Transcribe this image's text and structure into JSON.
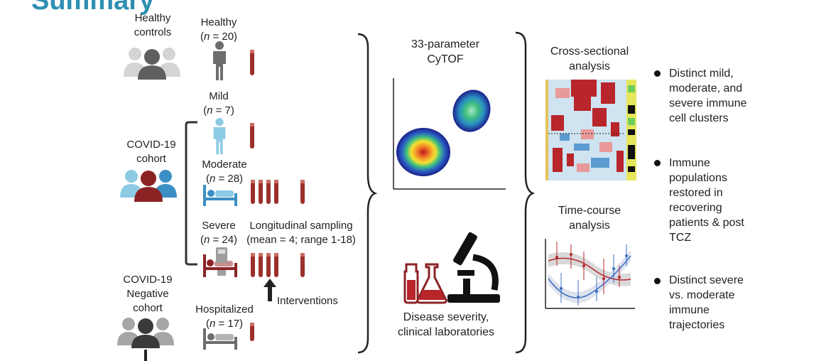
{
  "title_fragment": "Summary",
  "left": {
    "healthy_controls": "Healthy\ncontrols",
    "covid_cohort": "COVID-19\ncohort",
    "negative_cohort": "COVID-19\nNegative\ncohort"
  },
  "groups": {
    "healthy": {
      "label": "Healthy",
      "n": "n",
      "eq": " = 20)"
    },
    "mild": {
      "label": "Mild",
      "n": "n",
      "eq": " = 7)"
    },
    "moderate": {
      "label": "Moderate",
      "n": "n",
      "eq": " = 28)"
    },
    "severe": {
      "label": "Severe",
      "n": "n",
      "eq": " = 24)"
    },
    "hospitalized": {
      "label": "Hospitalized",
      "n": "n",
      "eq": " = 17)"
    }
  },
  "longitudinal": {
    "title": "Longitudinal sampling",
    "detail": "(mean = 4; range 1-18)"
  },
  "interventions": "Interventions",
  "cytof": "33-parameter\nCyTOF",
  "disease": "Disease severity,\nclinical laboratories",
  "cross_sectional": "Cross-sectional\nanalysis",
  "time_course": "Time-course\nanalysis",
  "bullets": [
    "Distinct mild,\nmoderate, and\nsevere immune\ncell clusters",
    "Immune\npopulations\nrestored in\nrecovering\npatients & post\nTCZ",
    "Distinct severe\nvs. moderate\nimmune\ntrajectories"
  ],
  "colors": {
    "title": "#2e8fb3",
    "healthy_gray": "#6d6d6d",
    "mild_blue": "#8ccbe3",
    "covid_blue": "#5db3d8",
    "covid_red": "#8b2325",
    "tube": "#9c2f2a",
    "negative_gray": "#8a8a8a"
  }
}
